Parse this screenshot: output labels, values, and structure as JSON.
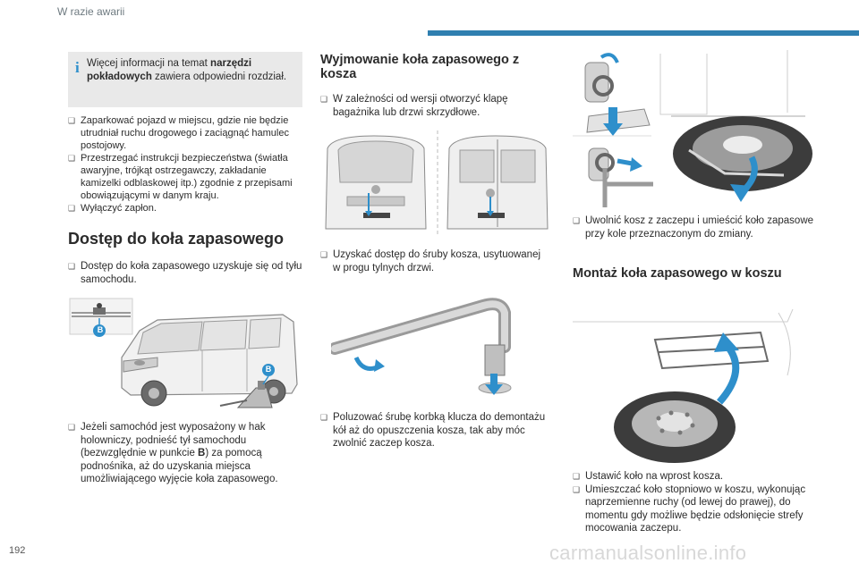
{
  "header": {
    "section_title": "W razie awarii"
  },
  "info_box": {
    "icon": "info-icon",
    "prefix": "Więcej informacji na temat ",
    "bold": "narzędzi pokładowych",
    "suffix": " zawiera odpowiedni rozdział."
  },
  "col1": {
    "bullets": [
      "Zaparkować pojazd w miejscu, gdzie nie będzie utrudniał ruchu drogowego i zaciągnąć hamulec postojowy.",
      "Przestrzegać instrukcji bezpieczeństwa (światła awaryjne, trójkąt ostrzegawczy, zakładanie kamizelki odblaskowej itp.) zgodnie z przepisami obowiązującymi w danym kraju.",
      "Wyłączyć zapłon."
    ],
    "heading": "Dostęp do koła zapasowego",
    "access_bullet": "Dostęp do koła zapasowego uzyskuje się od tyłu samochodu.",
    "marker_label": "B",
    "tow_bullet_1": "Jeżeli samochód jest wyposażony w hak holowniczy, podnieść tył samochodu (bezwzględnie w punkcie ",
    "tow_bullet_bold": "B",
    "tow_bullet_2": ") za pomocą podnośnika, aż do uzyskania miejsca umożliwiającego wyjęcie koła zapasowego."
  },
  "col2": {
    "heading": "Wyjmowanie koła zapasowego z kosza",
    "bullet_1": "W zależności od wersji otworzyć klapę bagażnika lub drzwi skrzydłowe.",
    "bullet_2": "Uzyskać dostęp do śruby kosza, usytuowanej w progu tylnych drzwi.",
    "bullet_3": "Poluzować śrubę korbką klucza do demontażu kół aż do opuszczenia kosza, tak aby móc zwolnić zaczep kosza."
  },
  "col3": {
    "bullet_1": "Uwolnić kosz z zaczepu i umieścić koło zapasowe przy kole przeznaczonym do zmiany.",
    "heading": "Montaż koła zapasowego w koszu",
    "bullets": [
      "Ustawić koło na wprost kosza.",
      "Umieszczać koło stopniowo w koszu, wykonując naprzemienne ruchy (od lewej do prawej), do momentu gdy możliwe będzie odsłonięcie strefy mocowania zaczepu."
    ]
  },
  "footer": {
    "page_number": "192",
    "watermark": "carmanualsonline.info"
  },
  "colors": {
    "accent_blue": "#2f7fb0",
    "arrow_blue": "#2e8fcb",
    "info_bg": "#e9e9e9"
  }
}
